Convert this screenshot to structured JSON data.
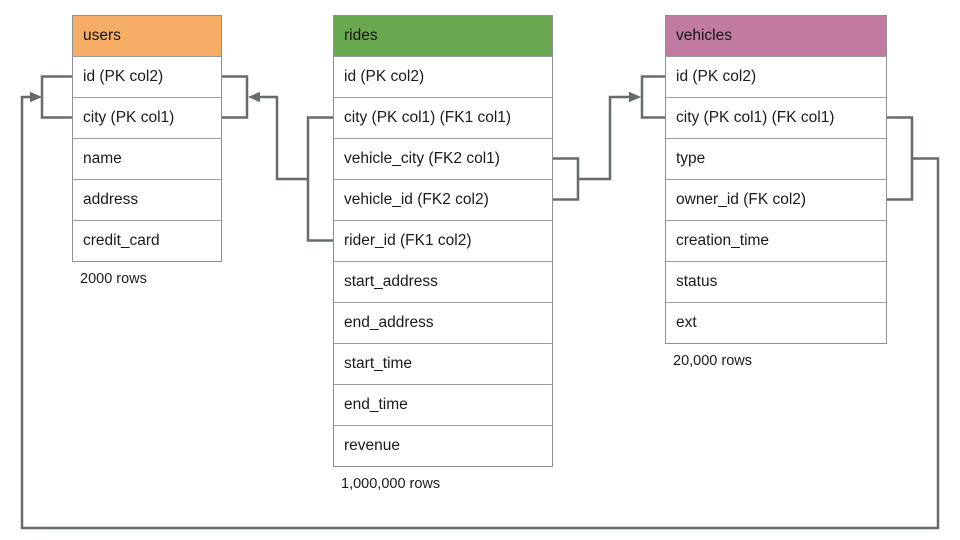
{
  "diagram": {
    "background_color": "#ffffff",
    "connector_color": "#666b6d",
    "table_border_color": "#8d9093",
    "tables": [
      {
        "name": "users",
        "header_color": "#f5ac64",
        "columns": [
          "id (PK col2)",
          "city (PK col1)",
          "name",
          "address",
          "credit_card"
        ],
        "row_count": "2000 rows"
      },
      {
        "name": "rides",
        "header_color": "#6aa84f",
        "columns": [
          "id (PK col2)",
          "city (PK col1) (FK1 col1)",
          "vehicle_city (FK2 col1)",
          "vehicle_id (FK2 col2)",
          "rider_id (FK1 col2)",
          "start_address",
          "end_address",
          "start_time",
          "end_time",
          "revenue"
        ],
        "row_count": "1,000,000 rows"
      },
      {
        "name": "vehicles",
        "header_color": "#c27ba0",
        "columns": [
          "id (PK col2)",
          "city (PK col1) (FK col1)",
          "type",
          "owner_id (FK col2)",
          "creation_time",
          "status",
          "ext"
        ],
        "row_count": "20,000 rows"
      }
    ],
    "relationships": [
      {
        "from_table": "rides",
        "from_columns": [
          "city (FK1 col1)",
          "rider_id (FK1 col2)"
        ],
        "to_table": "users",
        "to_columns": [
          "id (PK col2)",
          "city (PK col1)"
        ]
      },
      {
        "from_table": "rides",
        "from_columns": [
          "vehicle_city (FK2 col1)",
          "vehicle_id (FK2 col2)"
        ],
        "to_table": "vehicles",
        "to_columns": [
          "id (PK col2)",
          "city (PK col1)"
        ]
      },
      {
        "from_table": "vehicles",
        "from_columns": [
          "city (FK col1)",
          "owner_id (FK col2)"
        ],
        "to_table": "users",
        "to_columns": [
          "id (PK col2)",
          "city (PK col1)"
        ]
      }
    ]
  }
}
